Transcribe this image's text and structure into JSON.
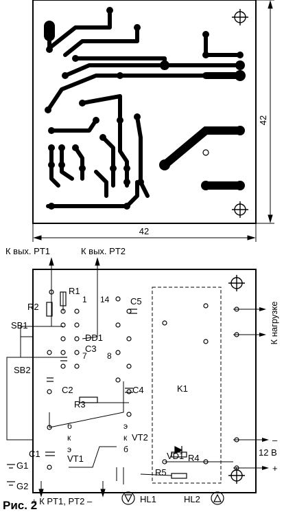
{
  "pcb": {
    "dim_vertical": "42",
    "dim_horizontal": "42"
  },
  "schematic": {
    "top_labels": {
      "pt1": "К вых. PT1",
      "pt2": "К вых. PT2"
    },
    "refs": {
      "r1": "R1",
      "r2": "R2",
      "r3": "R3",
      "r4": "R4",
      "r5": "R5",
      "c1": "C1",
      "c2": "C2",
      "c3": "C3",
      "c4": "C4",
      "c5": "C5",
      "sb1": "SB1",
      "sb2": "SB2",
      "g1": "G1",
      "g2": "G2",
      "dd1": "DD1",
      "k1": "K1",
      "vd1": "VD1",
      "vt1": "VT1",
      "vt2": "VT2",
      "hl1": "HL1",
      "hl2": "HL2"
    },
    "pins": {
      "p1": "1",
      "p14": "14",
      "p7": "7",
      "p8": "8",
      "b1": "б",
      "k": "к",
      "e1": "э",
      "e2": "э",
      "k2": "к",
      "b2": "б"
    },
    "right_labels": {
      "load": "К нагрузке",
      "minus": "–",
      "voltage": "12 В",
      "plus": "+"
    },
    "bottom_label": "+ К PT1, PT2 –"
  },
  "caption": "Рис. 2"
}
